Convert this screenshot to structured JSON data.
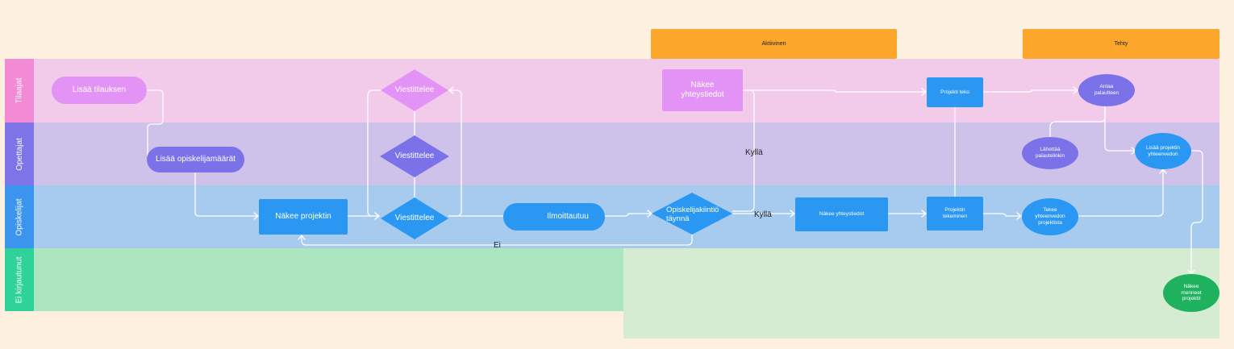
{
  "lanes": [
    {
      "label": "Tilaajat",
      "color": "#f3cbea",
      "tab_color": "#f28ad6"
    },
    {
      "label": "Opettajat",
      "color": "#cfc2ea",
      "tab_color": "#7d74e8"
    },
    {
      "label": "Opiskelijat",
      "color": "#a6cbee",
      "tab_color": "#3b95ee"
    },
    {
      "label": "Ei kirjautunut",
      "color": "#ace6c1",
      "tab_color": "#2fd39a"
    }
  ],
  "phases": {
    "active": "Aktiivinen",
    "done": "Tehty"
  },
  "nodes": {
    "lisaa_tilauksen": "Lisää tilauksen",
    "lisaa_opiskelijamaarat": "Lisää opiskelijamäärät",
    "nakee_projektin": "Näkee projektin",
    "viestittelee_top": "Viestittelee",
    "viestittelee_mid": "Viestittelee",
    "viestittelee_bottom": "Viestittelee",
    "ilmoittautuu": "Ilmoittautuu",
    "opiskelijakiintio": "Opiskelijakiintiö täynnä",
    "nakee_yhteystiedot_top": "Näkee yhteystiedot",
    "nakee_yhteystiedot": "Näkee yhteystiedot",
    "projekti_teko": "Projekti teko",
    "projektin_tekeminen": "Projektin tekeminen",
    "antaa_palautteen": "Antaa palautteen",
    "lahettaa_palautelinkin": "Lähettää palautelinkin",
    "lisaa_projektin_yhteenvedon": "Lisää projektin yhteenvedon",
    "tekee_yhteenvedon": "Tekee yhteenvedon projektista",
    "nakee_menneet": "Näkee menneet projektit"
  },
  "edge_labels": {
    "kylla_1": "Kyllä",
    "kylla_2": "Kyllä",
    "ei": "Ei"
  },
  "colors": {
    "background": "#fdf0df",
    "phase": "#fca62c",
    "pink_node": "#e393f5",
    "purple_node": "#7b72ea",
    "blue_node": "#2a97f2",
    "green_node": "#1fb25e",
    "light_green_area": "#d5ecd2"
  }
}
